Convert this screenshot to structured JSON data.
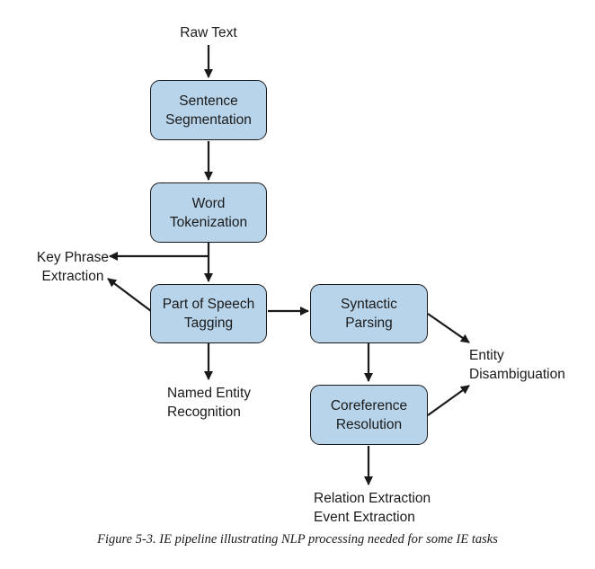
{
  "nodes": {
    "sentence_segmentation": "Sentence\nSegmentation",
    "word_tokenization": "Word\nTokenization",
    "pos_tagging": "Part of Speech\nTagging",
    "syntactic_parsing": "Syntactic\nParsing",
    "coreference_resolution": "Coreference\nResolution"
  },
  "labels": {
    "raw_text": "Raw Text",
    "key_phrase_extraction": "Key Phrase\nExtraction",
    "named_entity_recognition": "Named Entity\nRecognition",
    "entity_disambiguation": "Entity\nDisambiguation",
    "relation_event_extraction": "Relation Extraction\nEvent Extraction"
  },
  "caption": "Figure 5-3. IE pipeline illustrating NLP processing needed for some IE tasks",
  "colors": {
    "box_fill": "#b8d4ea",
    "stroke": "#1a1a1a"
  }
}
